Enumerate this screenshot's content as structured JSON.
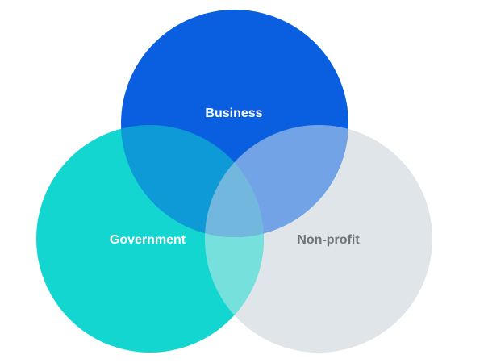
{
  "venn": {
    "sets": [
      {
        "id": "business",
        "label": "Business",
        "color": "#0a5fe0",
        "label_color": "#ffffff"
      },
      {
        "id": "government",
        "label": "Government",
        "color": "#14d6d0",
        "label_color": "#ffffff"
      },
      {
        "id": "nonprofit",
        "label": "Non-profit",
        "color": "#dfe5e8",
        "label_color": "#6e7478"
      }
    ],
    "overlap_colors": {
      "business_government": "#0d9ad6",
      "business_nonprofit": "#72a3e6",
      "government_nonprofit": "#76e1dc",
      "all_three": "#72b8de"
    }
  }
}
